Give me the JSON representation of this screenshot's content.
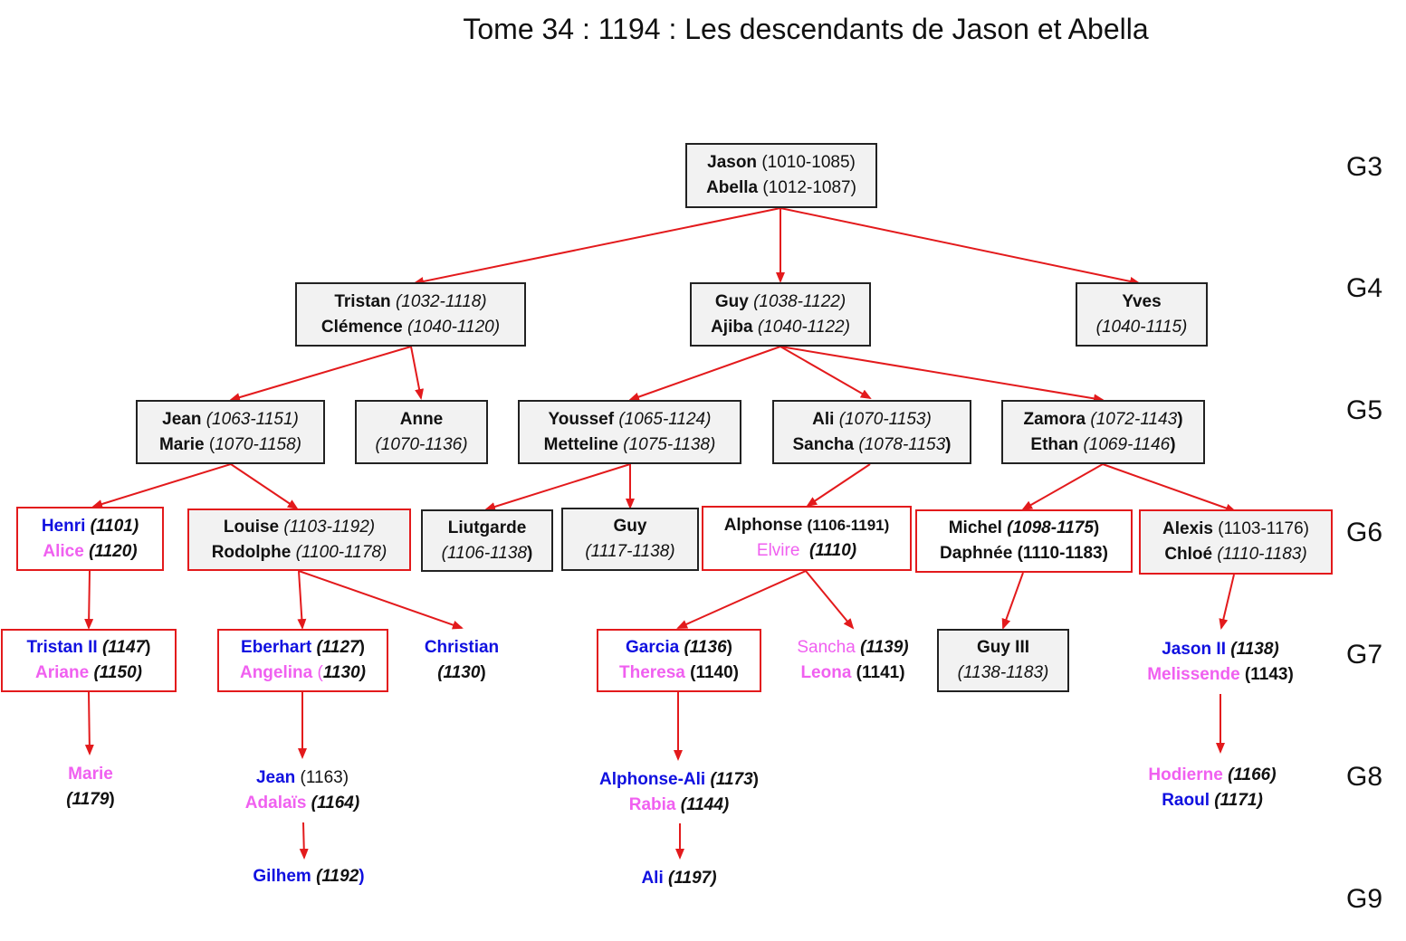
{
  "title": "Tome 34 : 1194 : Les descendants de Jason et Abella",
  "generations": [
    "G3",
    "G4",
    "G5",
    "G6",
    "G7",
    "G8",
    "G9"
  ],
  "people": {
    "jason_abella": [
      {
        "name": "Jason",
        "dates": "(1010-1085)"
      },
      {
        "name": "Abella",
        "dates": "(1012-1087)"
      }
    ],
    "tristan_clemence": [
      {
        "name": "Tristan",
        "dates": "(1032-1118)"
      },
      {
        "name": "Clémence",
        "dates": "(1040-1120)"
      }
    ],
    "guy_ajiba": [
      {
        "name": "Guy",
        "dates": "(1038-1122)"
      },
      {
        "name": "Ajiba",
        "dates": "(1040-1122)"
      }
    ],
    "yves": [
      {
        "name": "Yves"
      },
      {
        "dates": "(1040-1115)"
      }
    ],
    "jean_marie": [
      {
        "name": "Jean",
        "dates": "(1063-1151)"
      },
      {
        "name": "Marie",
        "paren": "(",
        "dates": "1070-1158)"
      }
    ],
    "anne": [
      {
        "name": "Anne"
      },
      {
        "dates": "(1070-1136)"
      }
    ],
    "youssef_metteline": [
      {
        "name": "Youssef",
        "dates": "(1065-1124)"
      },
      {
        "name": "Metteline",
        "dates": "(1075-1138)"
      }
    ],
    "ali_sancha": [
      {
        "name": "Ali",
        "dates": "(1070-1153)"
      },
      {
        "name": "Sancha",
        "dates": "(1078-1153",
        "close": ")"
      }
    ],
    "zamora_ethan": [
      {
        "name": "Zamora",
        "dates": "(1072-1143",
        "close": ")"
      },
      {
        "name": "Ethan",
        "dates": "(1069-1146",
        "close": ")"
      }
    ],
    "henri_alice": [
      {
        "name": "Henri",
        "dates": "(1101)"
      },
      {
        "name": "Alice",
        "dates": "(1120)"
      }
    ],
    "louise_rodolphe": [
      {
        "name": "Louise",
        "dates": "(1103-1192)"
      },
      {
        "name": "Rodolphe",
        "dates": "(1100-1178)"
      }
    ],
    "liutgarde": [
      {
        "name": "Liutgarde"
      },
      {
        "dates": "(1106-1138",
        "close": ")"
      }
    ],
    "guy2": [
      {
        "name": "Guy"
      },
      {
        "dates": "(1117-1138)"
      }
    ],
    "alphonse_elvire": [
      {
        "name": "Alphonse",
        "dates": "(1106-1191)"
      },
      {
        "name": "Elvire",
        "dates": "(1110)"
      }
    ],
    "michel_daphnee": [
      {
        "name": "Michel",
        "dates": "(1098-1175",
        "close": ")"
      },
      {
        "name": "Daphnée",
        "dates": "(1110-1183)"
      }
    ],
    "alexis_chloe": [
      {
        "name": "Alexis",
        "dates": "(1103-1176)"
      },
      {
        "name": "Chloé",
        "dates": "(1110-1183)"
      }
    ],
    "tristan2_ariane": [
      {
        "name": "Tristan II",
        "dates": "(1147",
        "close": ")"
      },
      {
        "name": "Ariane",
        "dates": "(1150)"
      }
    ],
    "eberhart_angelina": [
      {
        "name": "Eberhart",
        "dates": "(1127",
        "close": ")"
      },
      {
        "name": "Angelina",
        "paren": "(",
        "dates": "1130)"
      }
    ],
    "christian": [
      {
        "name": "Christian"
      },
      {
        "dates": "(1130",
        "close": ")"
      }
    ],
    "garcia_theresa": [
      {
        "name": "Garcia",
        "dates": "(1136",
        "close": ")"
      },
      {
        "name": "Theresa",
        "dates": "(1140)"
      }
    ],
    "sancha_leona": [
      {
        "name": "Sancha",
        "dates": "(1139)"
      },
      {
        "name": "Leona",
        "dates": "(1141)"
      }
    ],
    "guy3": [
      {
        "name": "Guy III"
      },
      {
        "dates": "(1138-1183)"
      }
    ],
    "jason2_melissende": [
      {
        "name": "Jason II",
        "dates": "(1138)"
      },
      {
        "name": "Melissende",
        "dates": "(1143)"
      }
    ],
    "marie2": [
      {
        "name": "Marie"
      },
      {
        "dates": "(1179",
        "close": ")"
      }
    ],
    "jean2_adalais": [
      {
        "name": "Jean",
        "dates": "(1163)"
      },
      {
        "name": "Adalaïs",
        "dates": "(1164)"
      }
    ],
    "alphonseali_rabia": [
      {
        "name": "Alphonse-Ali",
        "dates": "(1173",
        "close": ")"
      },
      {
        "name": "Rabia",
        "dates": "(1144)"
      }
    ],
    "hodierne_raoul": [
      {
        "name": "Hodierne",
        "dates": "(1166)"
      },
      {
        "name": "Raoul",
        "dates": "(1171)"
      }
    ],
    "gilhem": [
      {
        "name": "Gilhem",
        "dates": "(1192",
        "close": ")"
      }
    ],
    "ali2": [
      {
        "name": "Ali",
        "dates": "(1197)"
      }
    ]
  },
  "colors": {
    "edge": "#e31a1c",
    "male": "#1010e0",
    "female": "#f060f0",
    "box_fill": "#f2f2f2"
  }
}
